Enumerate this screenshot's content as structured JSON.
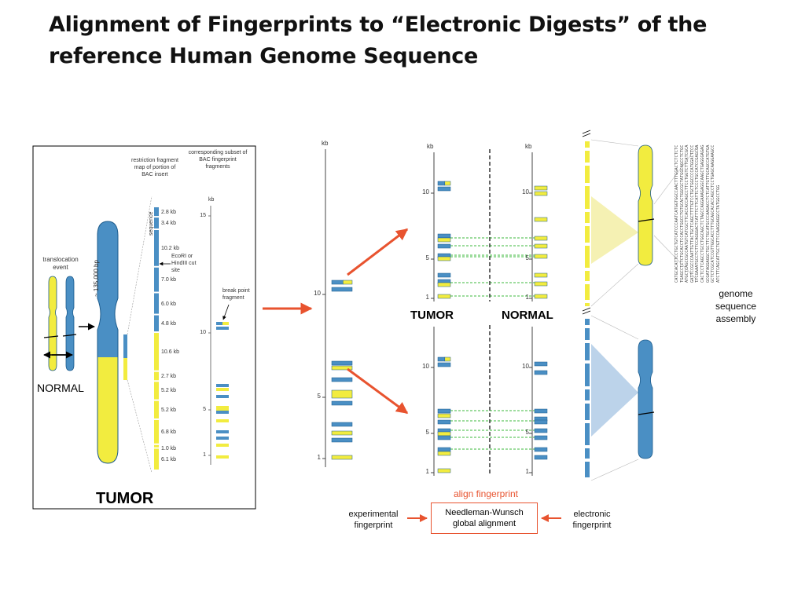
{
  "title": "Alignment of Fingerprints to “Electronic Digests” of the reference Human Genome Sequence",
  "colors": {
    "blue": "#4a8fc4",
    "yellow": "#f2ec3f",
    "green": "#3cb83c",
    "red": "#e8532f",
    "dark": "#1c5b8c"
  },
  "panel": {
    "translocation_label": "translocation event",
    "normal_label": "NORMAL",
    "tumor_label": "TUMOR",
    "bp_label": "~ 135,000 bp",
    "restriction_label": "restriction fragment map of portion of BAC insert",
    "sequence_label": "sequence",
    "subset_label": "corresponding subset of BAC fingerprint fragments",
    "kb_label": "kb",
    "cut_label": "EcoRI or HindIII cut site",
    "breakpoint_label": "break point fragment",
    "fragment_sizes": [
      "2.8 kb",
      "3.4 kb",
      "10.2 kb",
      "7.0 kb",
      "6.0 kb",
      "4.8 kb",
      "10.6 kb",
      "2.7 kb",
      "5.2 kb",
      "5.2 kb",
      "6.8 kb",
      "1.0 kb",
      "6.1 kb"
    ],
    "axis_ticks": [
      "15",
      "10",
      "5",
      "1"
    ]
  },
  "gel": {
    "kb_label": "kb",
    "ticks": [
      "10",
      "5",
      "1"
    ]
  },
  "compare": {
    "kb_label": "kb",
    "ticks": [
      "10",
      "5",
      "1"
    ],
    "tumor_label": "TUMOR",
    "normal_label": "NORMAL"
  },
  "genome": {
    "assembly_label": "genome sequence assembly",
    "sequence_text": "CATGCACATTCCTGCTGTCATCCCAATCATGGTGGCCAACTTTGGACTCTCTCTCTGAGCCTCTCTGCACCTCCACCTGGCCTGTGCACTGGCGCTATGGCAGCCTCTGCATGCTCAGCCGCCAATGTCATCGCTTCACCACCAGCCTTCCTGGTCTTCATCGCAGATTCCGCCCAATTGTTACTGCTCAGCTTTTGTCCTGCTGGCCCCATGGACTTCCTTCGAAATGCCTCTTCCAGGGACTCATTTCTTCATTCTCCCTGCCATCCGAGCGACACTCCTCAGCCTGCCTGGCAGCTCTAGCCAGGAAAGAGGCAAGCTGAGGGAGAGGCGATAGGAGGCTGCTTCTGCATGCCCAAGACCTCTCATTGTTGCAGCCATGTGAGCTCTCGCATCCGTTGGCACCTTTGCAGCACACCAGCCTCCTGAGCAAGGAAGCCATCTTCAGCATTGCTGTTCCAAGGAGGCCTATGGCCTGG"
  },
  "workflow": {
    "align_label": "align fingerprint",
    "experimental_label": "experimental fingerprint",
    "nw_line1": "Needleman-Wunsch",
    "nw_line2": "global alignment",
    "electronic_label": "electronic fingerprint"
  }
}
